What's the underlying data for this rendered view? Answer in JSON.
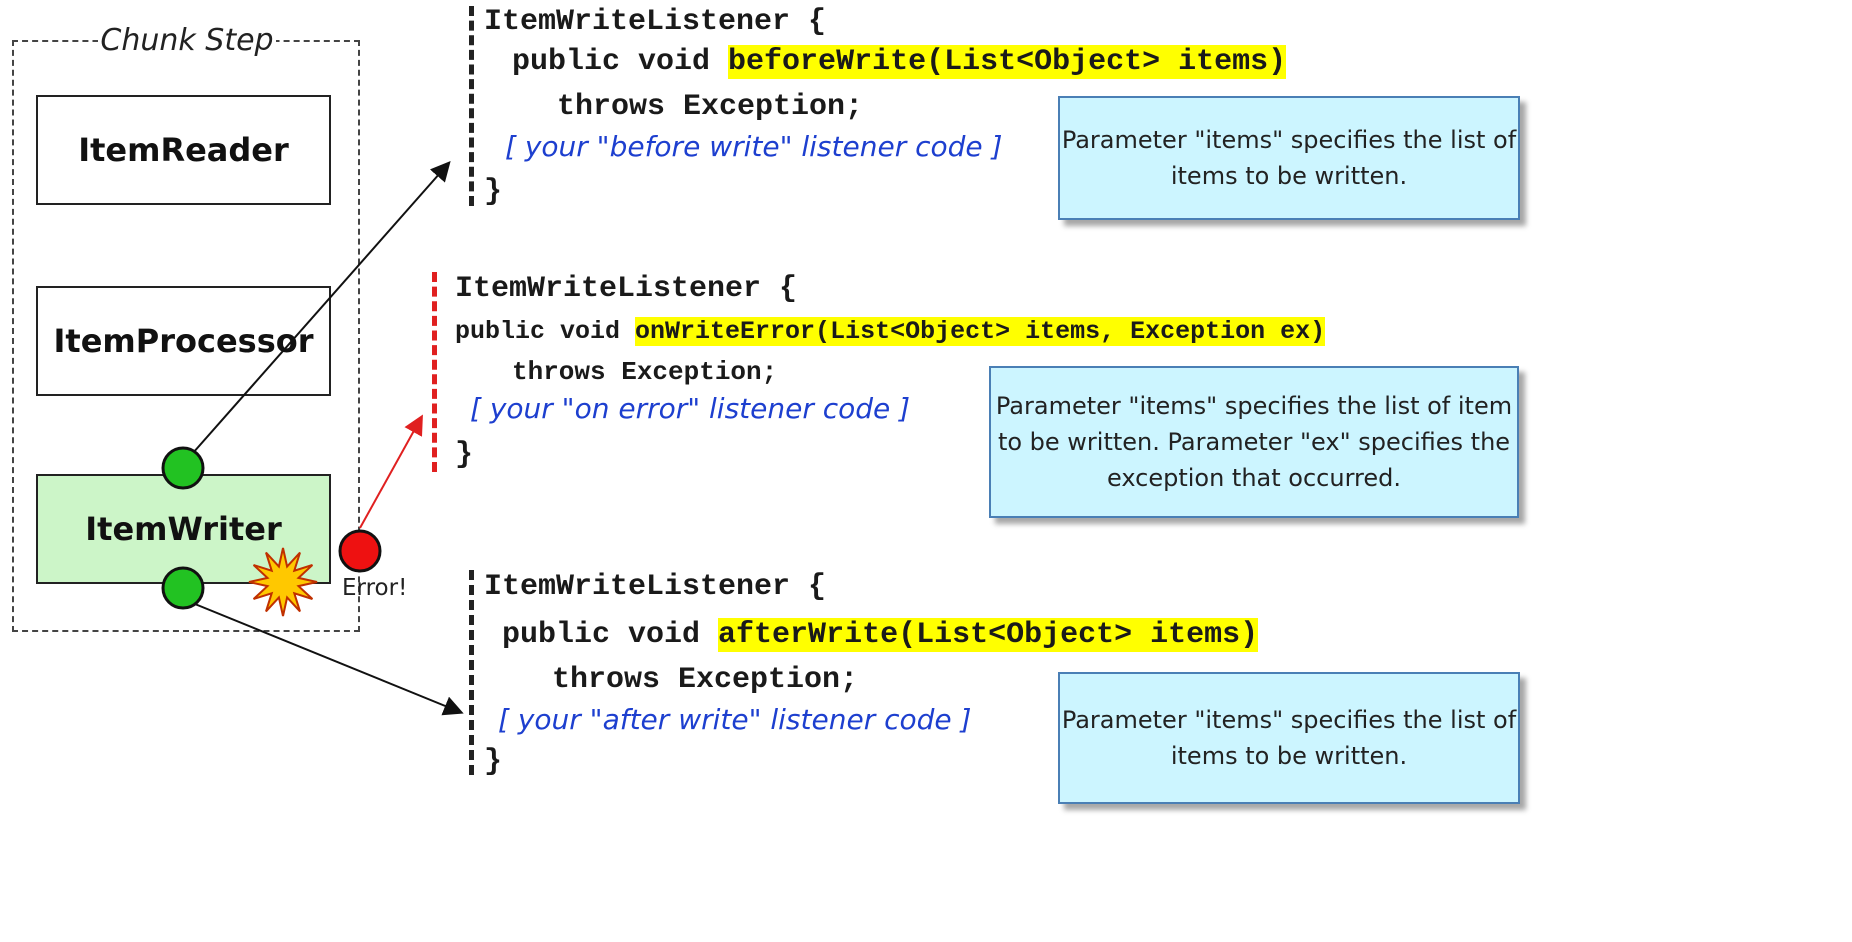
{
  "chunk_step": {
    "title": "Chunk Step",
    "components": {
      "reader": "ItemReader",
      "processor": "ItemProcessor",
      "writer": "ItemWriter"
    },
    "error_label": "Error!"
  },
  "listeners": {
    "before": {
      "header": "ItemWriteListener {",
      "signature_prefix": "public void ",
      "signature_highlight": "beforeWrite(List<Object> items)",
      "throws": "throws Exception;",
      "comment": "[ your \"before write\" listener code ]",
      "closing": "}",
      "callout": "Parameter \"items\" specifies the list of items to be written."
    },
    "error": {
      "header": "ItemWriteListener {",
      "signature_prefix": "public void ",
      "signature_highlight": "onWriteError(List<Object> items, Exception ex)",
      "throws": "throws Exception;",
      "comment": "[ your \"on error\" listener code ]",
      "closing": "}",
      "callout": "Parameter \"items\" specifies the list of item to be written.  Parameter \"ex\" specifies the exception that occurred."
    },
    "after": {
      "header": "ItemWriteListener {",
      "signature_prefix": "public void ",
      "signature_highlight": "afterWrite(List<Object> items)",
      "throws": "throws Exception;",
      "comment": "[ your \"after write\" listener code ]",
      "closing": "}",
      "callout": "Parameter \"items\" specifies the list of items to be written."
    }
  },
  "colors": {
    "listener_dot": "#22c222",
    "error_dot": "#ee1111",
    "highlight": "#ffff00",
    "comment_text": "#1d3fcf",
    "callout_fill": "#ccf5ff",
    "writer_fill": "#ccf5c8",
    "burst_fill": "#ffc800"
  }
}
